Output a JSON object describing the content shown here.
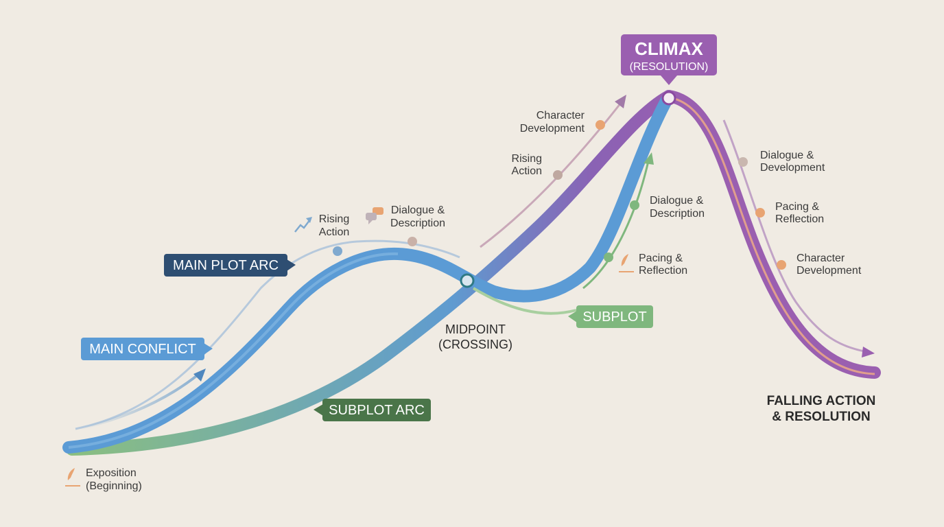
{
  "colors": {
    "background": "#f0ebe3",
    "main_plot": "#5b9bd5",
    "main_plot_dark": "#2e4e72",
    "subplot": "#7fb77e",
    "subplot_dark": "#4a7549",
    "climax": "#9a5fb0",
    "falling_accent": "#e89a68",
    "marker_orange": "#e8a472",
    "marker_taupe": "#bfa8a0"
  },
  "tags": {
    "climax_title": "CLIMAX",
    "climax_sub": "(RESOLUTION)",
    "main_plot_arc": "MAIN PLOT ARC",
    "main_conflict": "MAIN CONFLICT",
    "subplot_arc": "SUBPLOT ARC",
    "subplot": "SUBPLOT"
  },
  "midpoint": {
    "line1": "MIDPOINT",
    "line2": "(CROSSING)"
  },
  "falling": {
    "line1": "FALLING ACTION",
    "line2": "& RESOLUTION"
  },
  "exposition": {
    "line1": "Exposition",
    "line2": "(Beginning)",
    "icon": "quill-icon"
  },
  "main_arc_labels": {
    "rising_action": {
      "line1": "Rising",
      "line2": "Action",
      "icon": "trend-up-icon"
    },
    "dialogue": {
      "line1": "Dialogue &",
      "line2": "Description",
      "icon": "speech-bubbles-icon"
    }
  },
  "upper_left_labels": {
    "character_development": {
      "line1": "Character",
      "line2": "Development"
    },
    "rising_action": {
      "line1": "Rising",
      "line2": "Action"
    }
  },
  "subplot_labels": {
    "dialogue": {
      "line1": "Dialogue &",
      "line2": "Description"
    },
    "pacing": {
      "line1": "Pacing &",
      "line2": "Reflection",
      "icon": "quill-icon"
    }
  },
  "falling_labels": {
    "dialogue": {
      "line1": "Dialogue &",
      "line2": "Development"
    },
    "pacing": {
      "line1": "Pacing &",
      "line2": "Reflection"
    },
    "character": {
      "line1": "Character",
      "line2": "Development"
    }
  }
}
